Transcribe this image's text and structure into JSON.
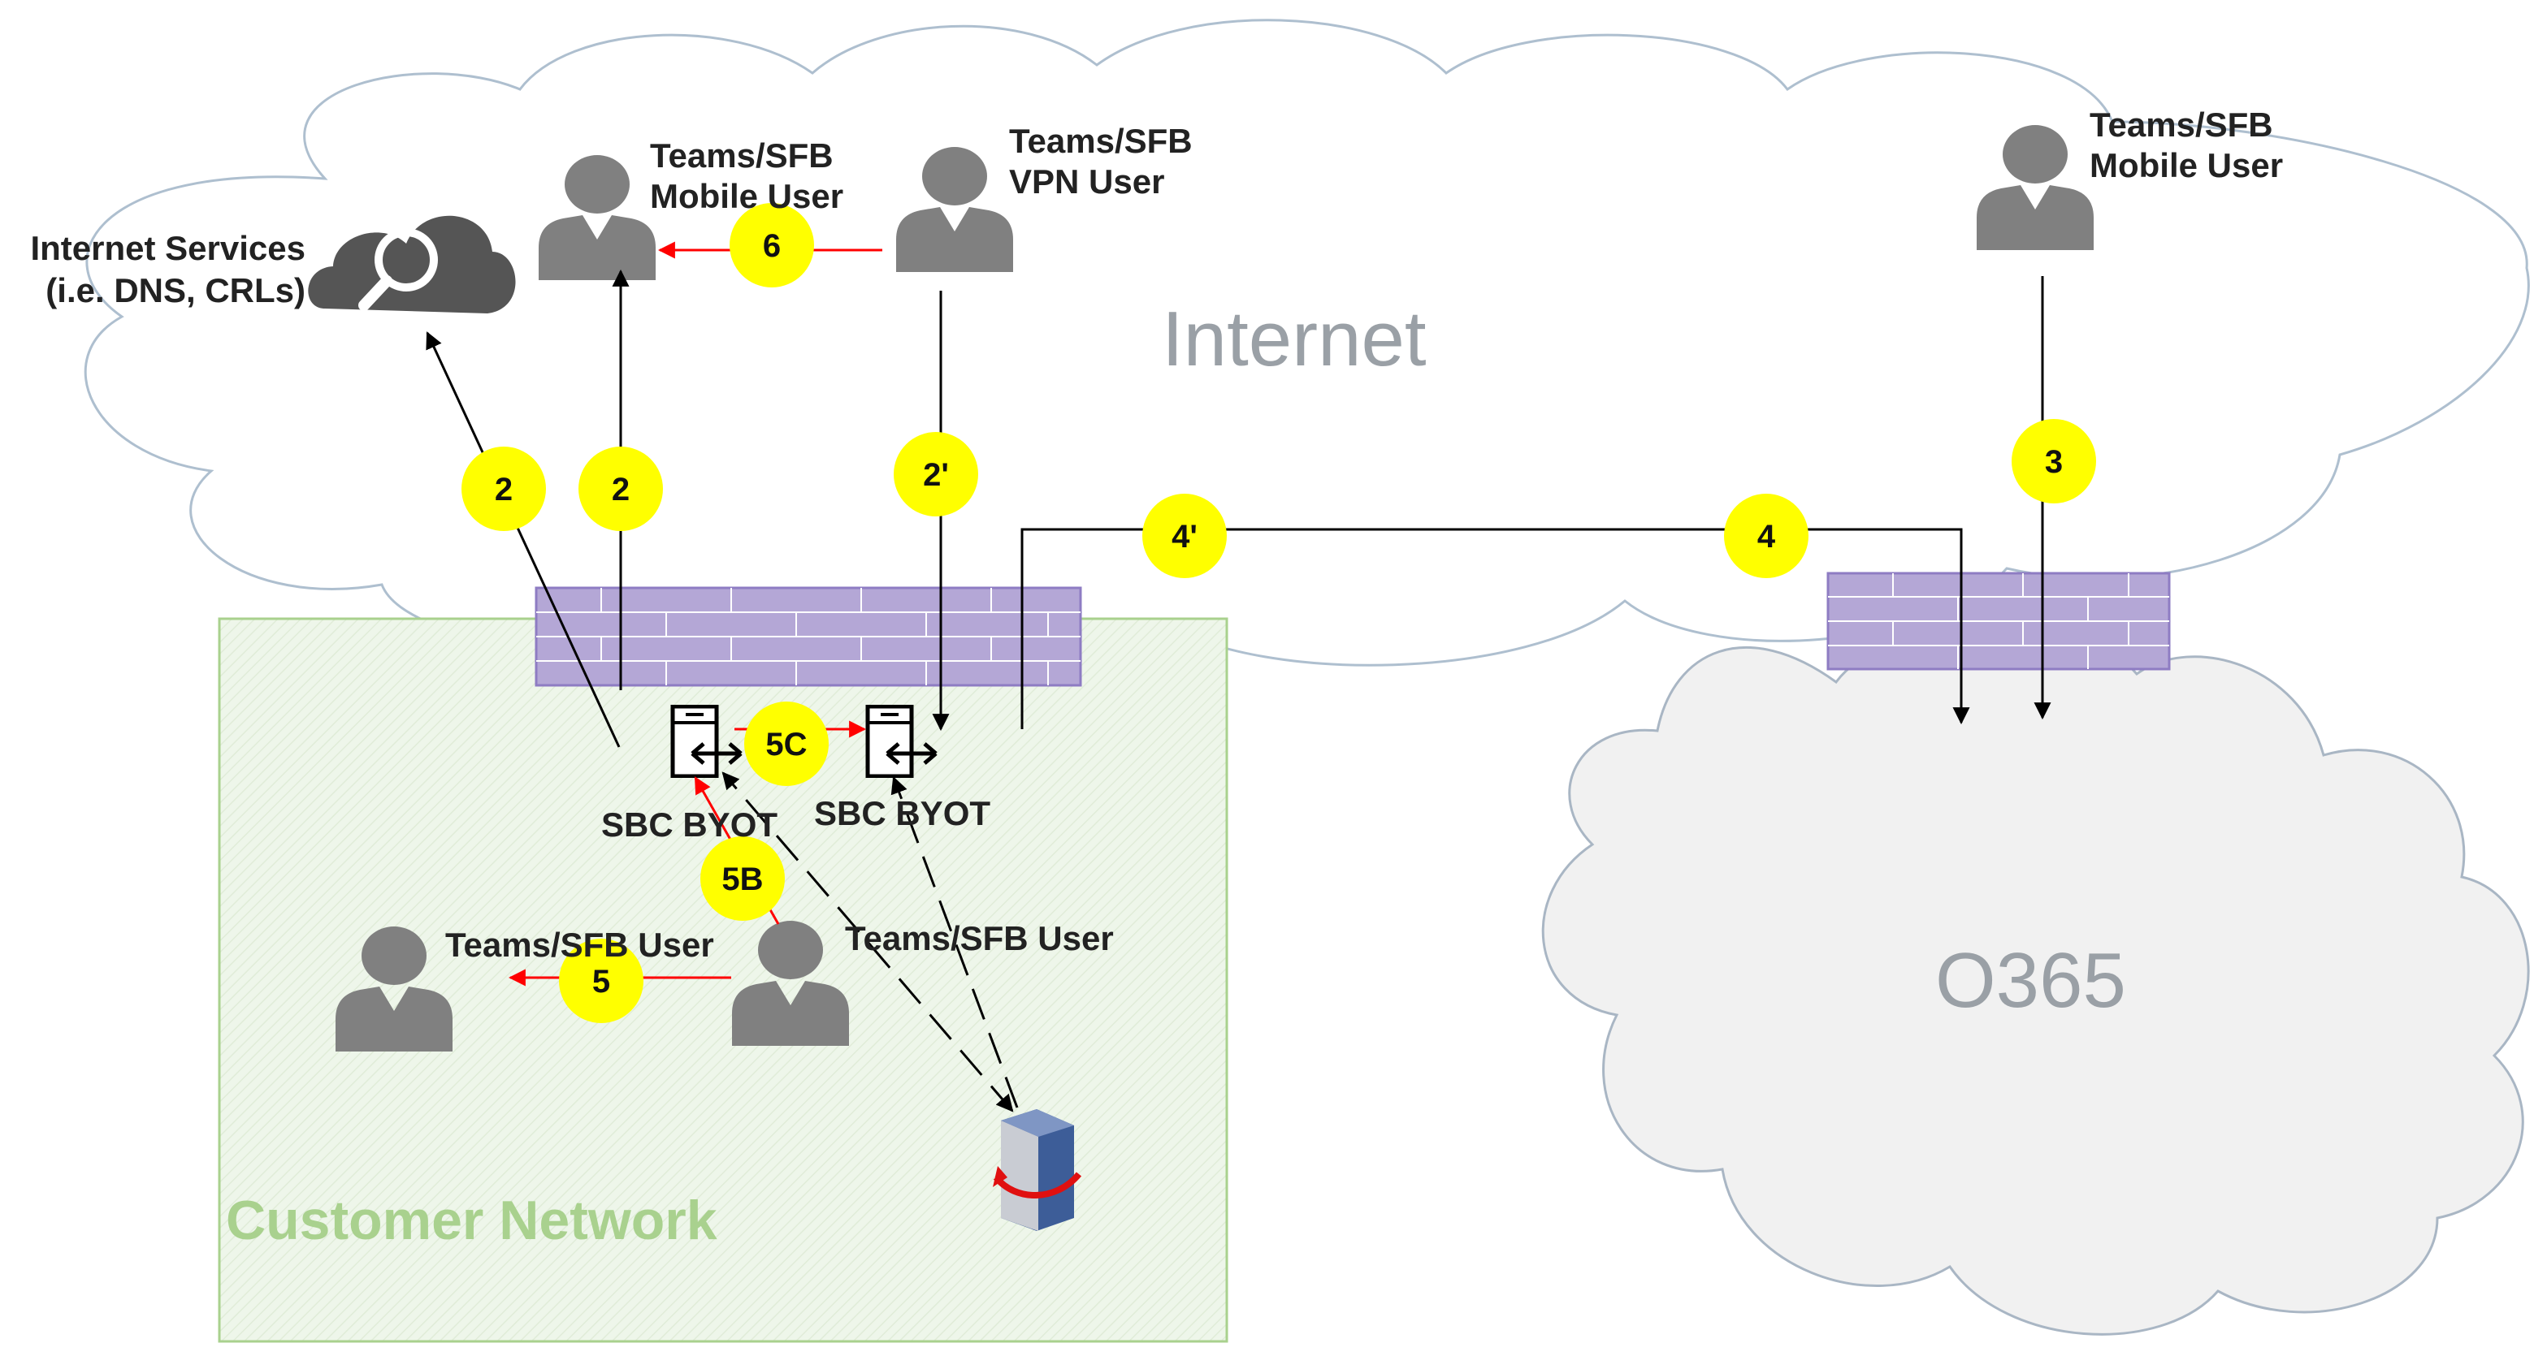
{
  "regions": {
    "internet": "Internet",
    "o365": "O365",
    "customer_network": "Customer Network"
  },
  "labels": {
    "internet_services_line1": "Internet Services",
    "internet_services_line2": "(i.e. DNS, CRLs)",
    "mobile_user_left_line1": "Teams/SFB",
    "mobile_user_left_line2": "Mobile User",
    "vpn_user_line1": "Teams/SFB",
    "vpn_user_line2": "VPN User",
    "mobile_user_right_line1": "Teams/SFB",
    "mobile_user_right_line2": "Mobile User",
    "sbc_left": "SBC BYOT",
    "sbc_right": "SBC BYOT",
    "customer_user_left": "Teams/SFB User",
    "customer_user_right": "Teams/SFB User"
  },
  "steps": {
    "s2a": "2",
    "s2b": "2",
    "s2prime": "2'",
    "s3": "3",
    "s4prime": "4'",
    "s4": "4",
    "s5": "5",
    "s5b": "5B",
    "s5c": "5C",
    "s6": "6"
  },
  "colors": {
    "cloud_fill": "#ffffff",
    "cloud_stroke": "#aebfcf",
    "o365_fill": "#f1f1f1",
    "o365_stroke": "#a9b6c4",
    "customer_fill": "#eef6ea",
    "customer_stroke": "#a9d18e",
    "firewall": "#b4a7d6",
    "firewall_lines": "#ffffff",
    "user_icon": "#808080",
    "step_badge": "#ffff00",
    "red_arrow": "#ff0000",
    "black_arrow": "#000000"
  },
  "icons": {
    "user": "person-icon",
    "firewall": "brick-wall-icon",
    "sbc": "server-icon",
    "internet_services": "cloud-search-icon",
    "media_server": "media-server-icon"
  }
}
